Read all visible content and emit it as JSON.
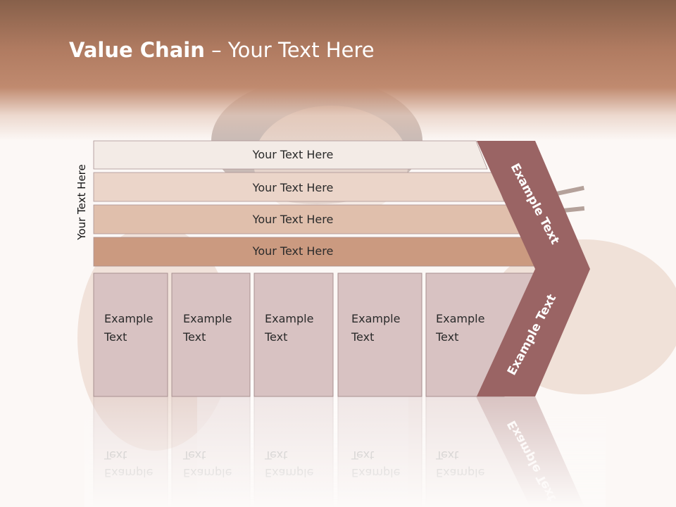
{
  "slide": {
    "title_bold": "Value Chain",
    "title_rest": " – Your Text Here",
    "side_label": "Your Text Here"
  },
  "rows": [
    {
      "label": "Your Text Here",
      "color": "#f3ebe6"
    },
    {
      "label": "Your Text Here",
      "color": "#ebd5c9"
    },
    {
      "label": "Your Text Here",
      "color": "#e0bfac"
    },
    {
      "label": "Your Text Here",
      "color": "#cb9a80"
    }
  ],
  "columns": [
    {
      "line1": "Example",
      "line2": "Text"
    },
    {
      "line1": "Example",
      "line2": "Text"
    },
    {
      "line1": "Example",
      "line2": "Text"
    },
    {
      "line1": "Example",
      "line2": "Text"
    },
    {
      "line1": "Example",
      "line2": "Text"
    }
  ],
  "chevron": {
    "upper_label": "Example Text",
    "lower_label": "Example Text",
    "color": "#9a6464"
  },
  "colors": {
    "column_fill": "#d8c2c2",
    "column_border": "#a89090",
    "header": "#b07b61"
  }
}
